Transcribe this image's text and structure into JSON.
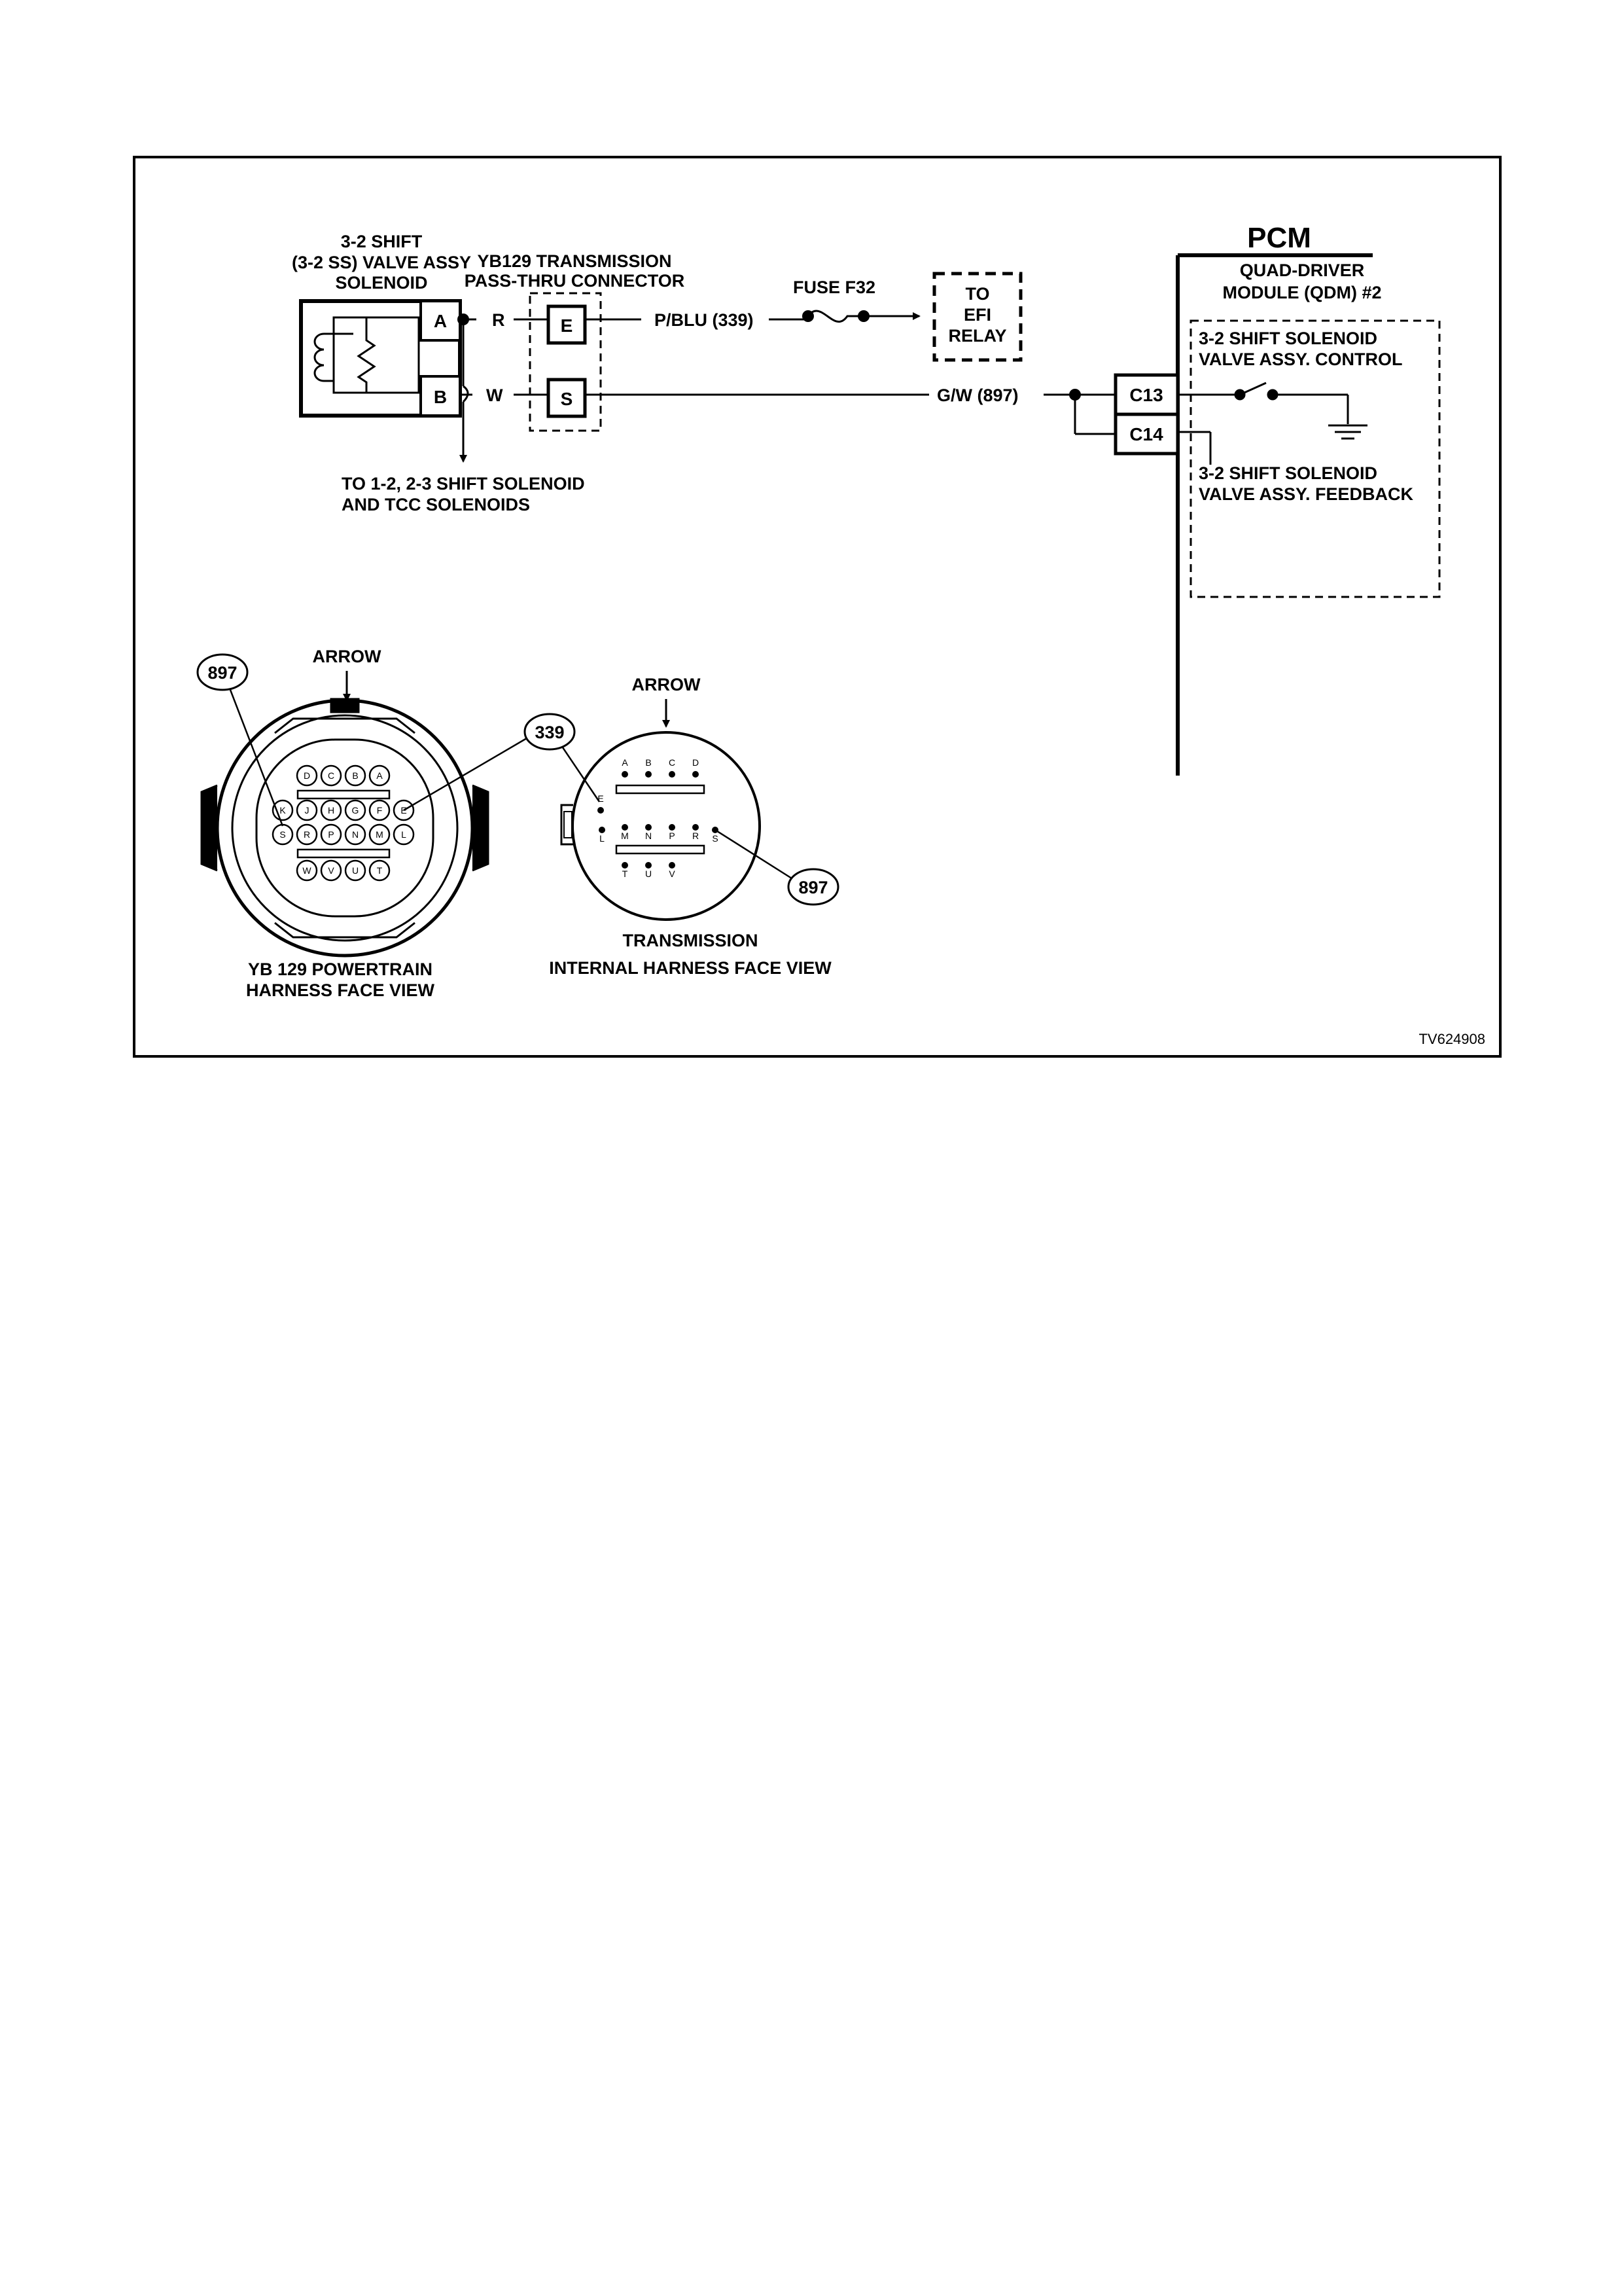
{
  "solenoid": {
    "title_lines": [
      "3-2 SHIFT",
      "(3-2 SS) VALVE ASSY",
      "SOLENOID"
    ],
    "pin_a": "A",
    "pin_b": "B"
  },
  "pass_thru": {
    "title_lines": [
      "YB129 TRANSMISSION",
      "PASS-THRU CONNECTOR"
    ],
    "pin_e": "E",
    "pin_s": "S"
  },
  "wires": {
    "r_label": "R",
    "w_label": "W",
    "pblu_label": "P/BLU (339)",
    "gw_label": "G/W (897)"
  },
  "fuse": {
    "label": "FUSE F32"
  },
  "efi_relay": {
    "lines": [
      "TO",
      "EFI",
      "RELAY"
    ]
  },
  "to_solenoids": {
    "lines": [
      "TO 1-2, 2-3 SHIFT SOLENOID",
      "AND TCC SOLENOIDS"
    ]
  },
  "pcm": {
    "title": "PCM",
    "qdm_lines": [
      "QUAD-DRIVER",
      "MODULE (QDM) #2"
    ],
    "control_lines": [
      "3-2 SHIFT SOLENOID",
      "VALVE ASSY. CONTROL"
    ],
    "feedback_lines": [
      "3-2 SHIFT SOLENOID",
      "VALVE ASSY. FEEDBACK"
    ],
    "pin_c13": "C13",
    "pin_c14": "C14"
  },
  "powertrain_view": {
    "arrow_label": "ARROW",
    "callout": "897",
    "caption_lines": [
      "YB 129 POWERTRAIN",
      "HARNESS FACE VIEW"
    ],
    "row1": [
      "D",
      "C",
      "B",
      "A"
    ],
    "row2": [
      "K",
      "J",
      "H",
      "G",
      "F",
      "E"
    ],
    "row3": [
      "S",
      "R",
      "P",
      "N",
      "M",
      "L"
    ],
    "row4": [
      "W",
      "V",
      "U",
      "T"
    ]
  },
  "internal_view": {
    "arrow_label": "ARROW",
    "callout_339": "339",
    "callout_897": "897",
    "caption_lines": [
      "TRANSMISSION",
      "INTERNAL HARNESS FACE VIEW"
    ],
    "top_pins": [
      "A",
      "B",
      "C",
      "D"
    ],
    "left_pin": "E",
    "mid_pins": [
      "L",
      "M",
      "N",
      "P",
      "R",
      "S"
    ],
    "bottom_pins": [
      "T",
      "U",
      "V"
    ]
  },
  "figure_code": "TV624908"
}
